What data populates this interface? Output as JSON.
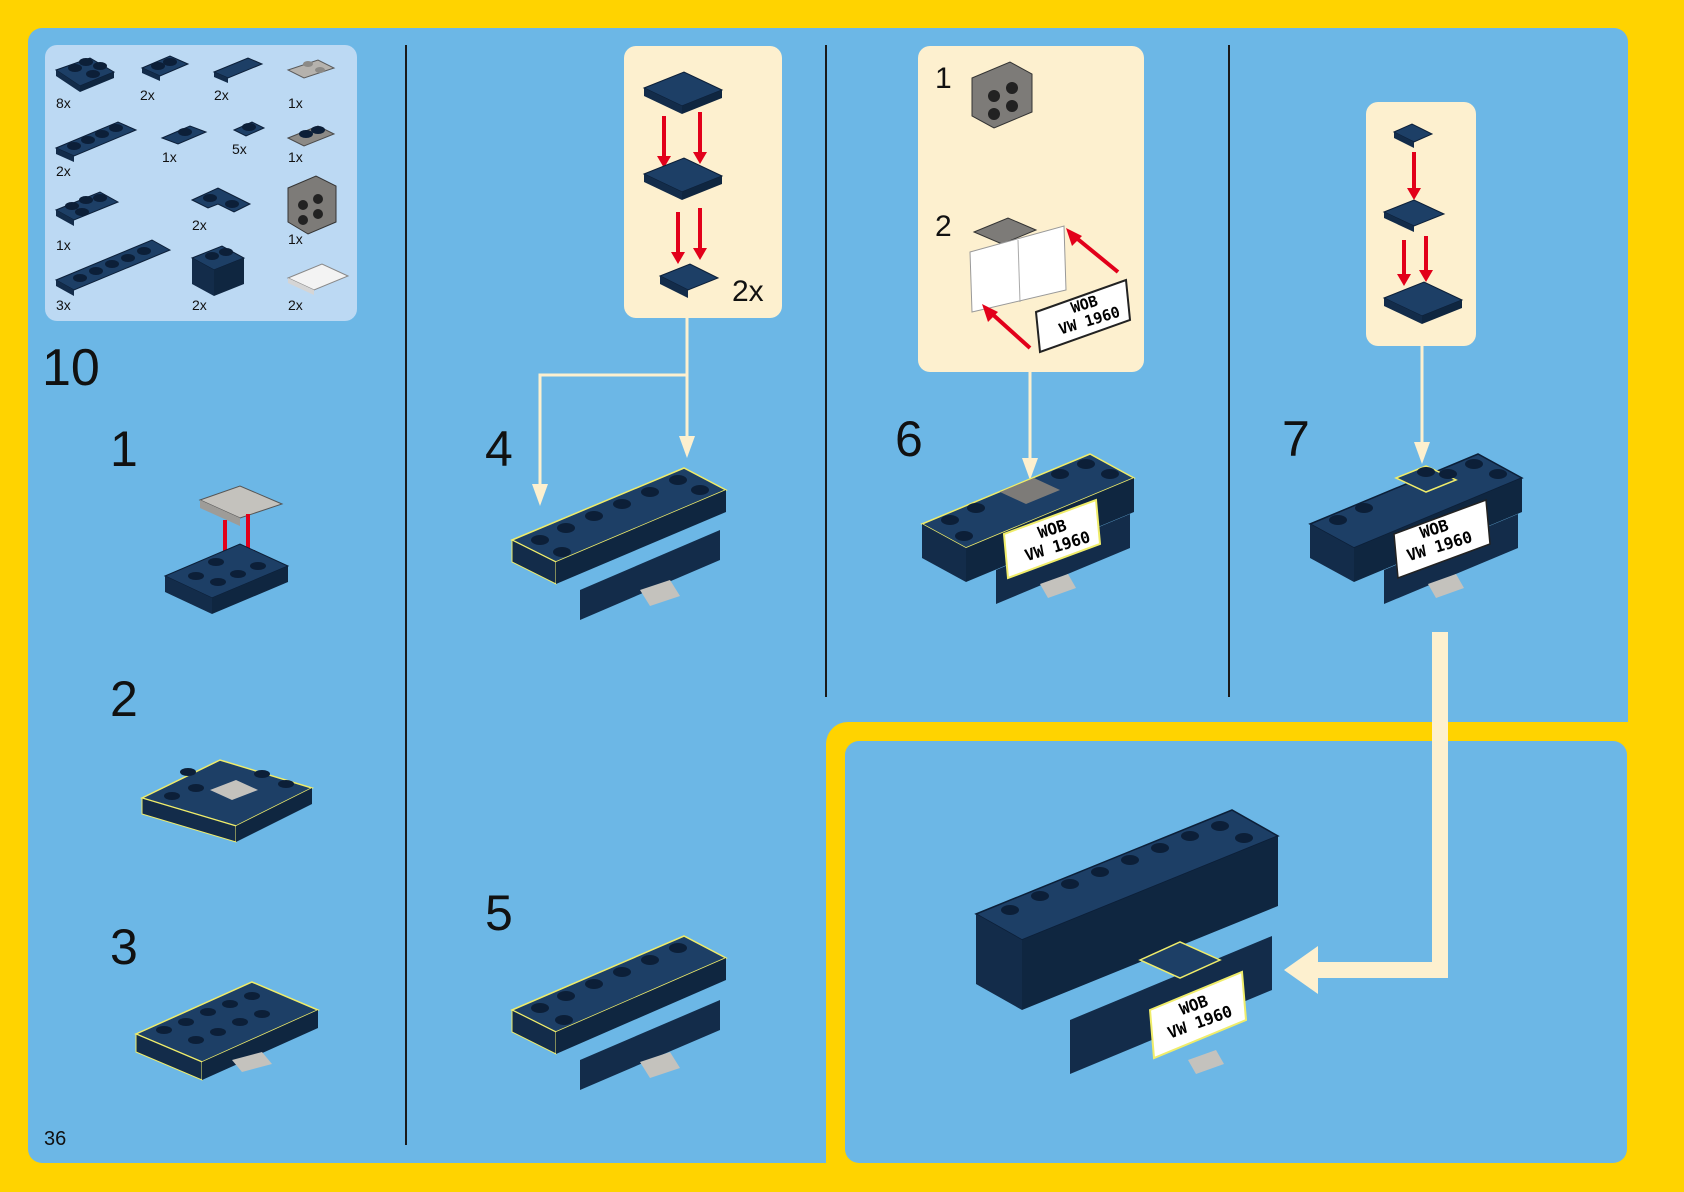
{
  "page": {
    "page_number": "36"
  },
  "parts": [
    {
      "qty": "8x"
    },
    {
      "qty": "2x"
    },
    {
      "qty": "2x"
    },
    {
      "qty": "1x"
    },
    {
      "qty": "2x"
    },
    {
      "qty": "1x"
    },
    {
      "qty": "5x"
    },
    {
      "qty": "1x"
    },
    {
      "qty": "1x"
    },
    {
      "qty": "2x"
    },
    {
      "qty": "1x"
    },
    {
      "qty": "3x"
    },
    {
      "qty": "2x"
    },
    {
      "qty": "2x"
    }
  ],
  "main_step": "10",
  "steps": {
    "s1": "1",
    "s2": "2",
    "s3": "3",
    "s4": "4",
    "s5": "5",
    "s6": "6",
    "s7": "7"
  },
  "sub4": {
    "multiplier": "2x"
  },
  "sub6": {
    "n1": "1",
    "n2": "2"
  },
  "license_plate": {
    "line1": "WOB",
    "line2": "VW 1960"
  },
  "colors": {
    "background": "#ffd300",
    "panel": "#6cb7e6",
    "brick": "#1d3f66",
    "subassembly": "#fdf0cf",
    "arrow": "#e2001a"
  }
}
